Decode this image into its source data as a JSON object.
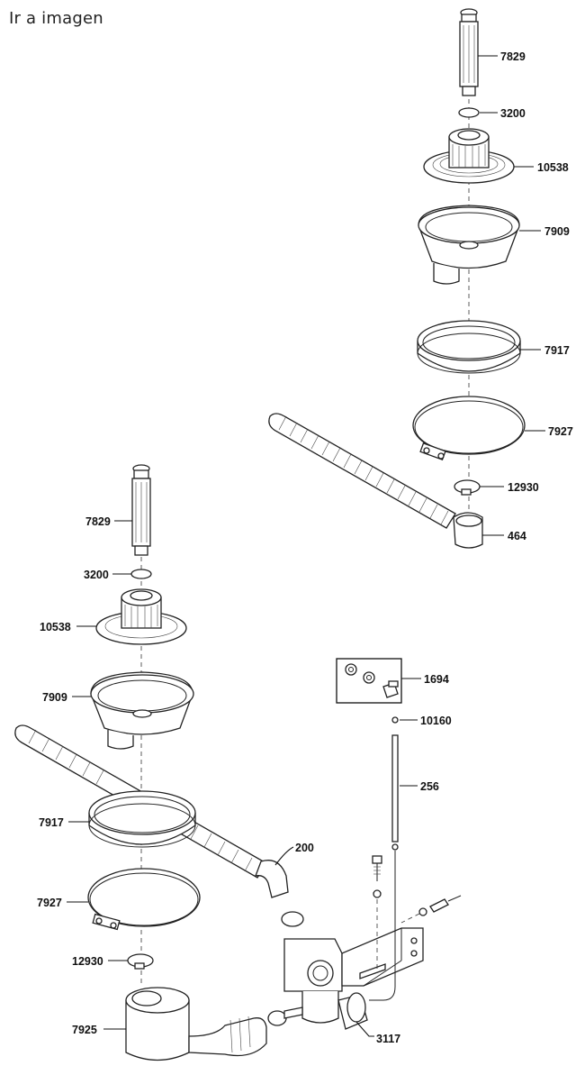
{
  "header": {
    "image_link": "Ir a imagen"
  },
  "callouts": {
    "upper": {
      "stem": "7829",
      "oring": "3200",
      "strainer_basket": "10538",
      "body": "7909",
      "gasket": "7917",
      "clamp_ring": "7927",
      "hose_clamp": "12930",
      "tailpiece": "464"
    },
    "lower": {
      "stem": "7829",
      "oring": "3200",
      "strainer_basket": "10538",
      "body": "7909",
      "gasket": "7917",
      "clamp_ring": "7927",
      "hose_clamp": "12930",
      "trap": "7925",
      "elbow_hose": "200",
      "valve_housing": "3117",
      "handle_kit": "1694",
      "washer": "10160",
      "rod": "256"
    }
  }
}
